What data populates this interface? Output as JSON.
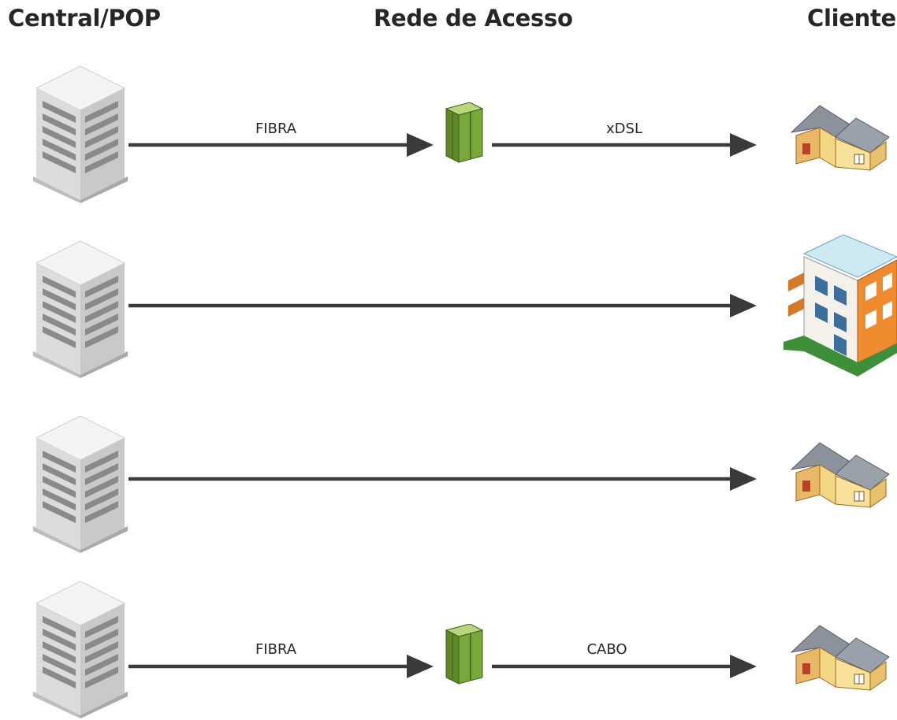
{
  "headers": {
    "central": "Central/POP",
    "rede": "Rede de Acesso",
    "cliente": "Cliente"
  },
  "rows": [
    {
      "link1_label": "FIBRA",
      "link2_label": "xDSL",
      "has_cabinet": true,
      "client": "house-icon"
    },
    {
      "link1_label": "",
      "link2_label": "",
      "has_cabinet": false,
      "client": "apartment-building-icon"
    },
    {
      "link1_label": "",
      "link2_label": "",
      "has_cabinet": false,
      "client": "house-icon"
    },
    {
      "link1_label": "FIBRA",
      "link2_label": "CABO",
      "has_cabinet": true,
      "client": "house-icon"
    }
  ],
  "colors": {
    "arrow": "#3a3a3a",
    "cabinet": "#6f9a32",
    "building": "#e6e6e6",
    "house_wall": "#f2d27a",
    "roof": "#7a8088"
  }
}
